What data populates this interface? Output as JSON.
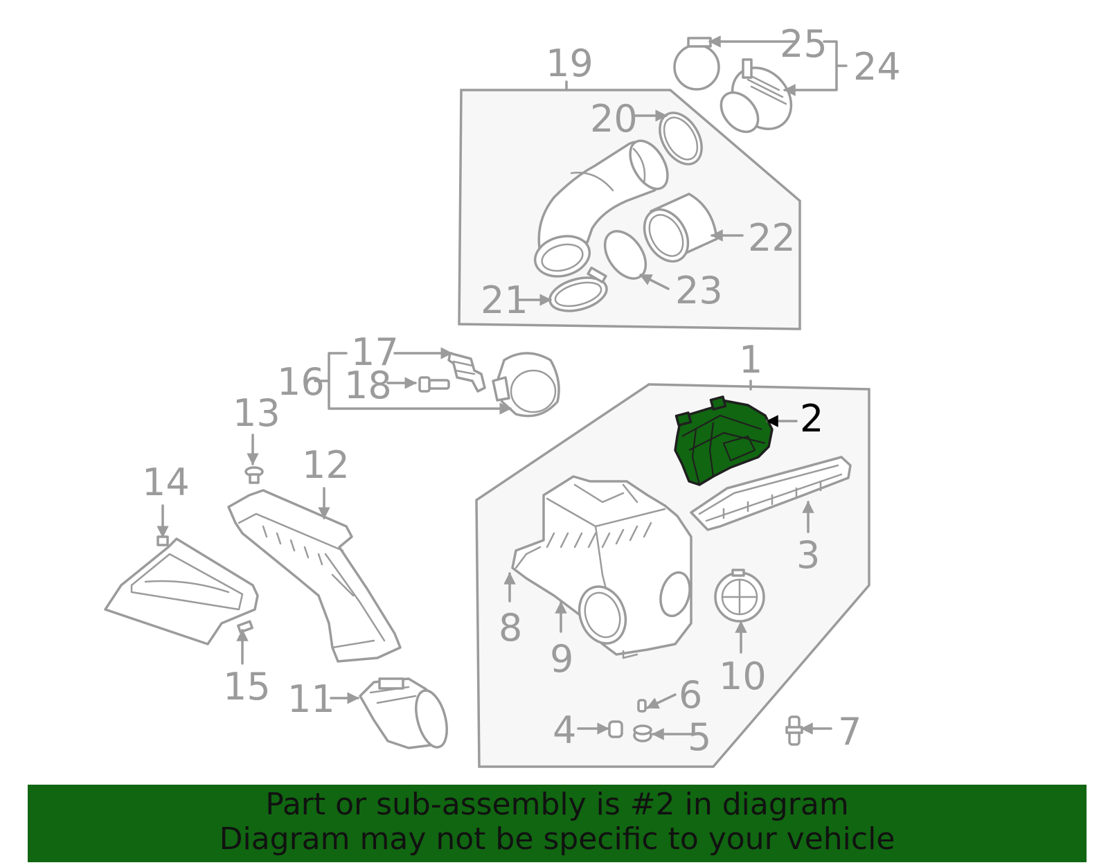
{
  "callouts": {
    "c1": "1",
    "c2": "2",
    "c3": "3",
    "c4": "4",
    "c5": "5",
    "c6": "6",
    "c7": "7",
    "c8": "8",
    "c9": "9",
    "c10": "10",
    "c11": "11",
    "c12": "12",
    "c13": "13",
    "c14": "14",
    "c15": "15",
    "c16": "16",
    "c17": "17",
    "c18": "18",
    "c19": "19",
    "c20": "20",
    "c21": "21",
    "c22": "22",
    "c23": "23",
    "c24": "24",
    "c25": "25"
  },
  "highlighted_part": "2",
  "banner": {
    "line1": "Part or sub-assembly is #2 in diagram",
    "line2": "Diagram may not be specific to your vehicle"
  },
  "colors": {
    "highlight": "#116611",
    "lines": "#9b9b9b",
    "group_fill": "#f7f7f7"
  }
}
